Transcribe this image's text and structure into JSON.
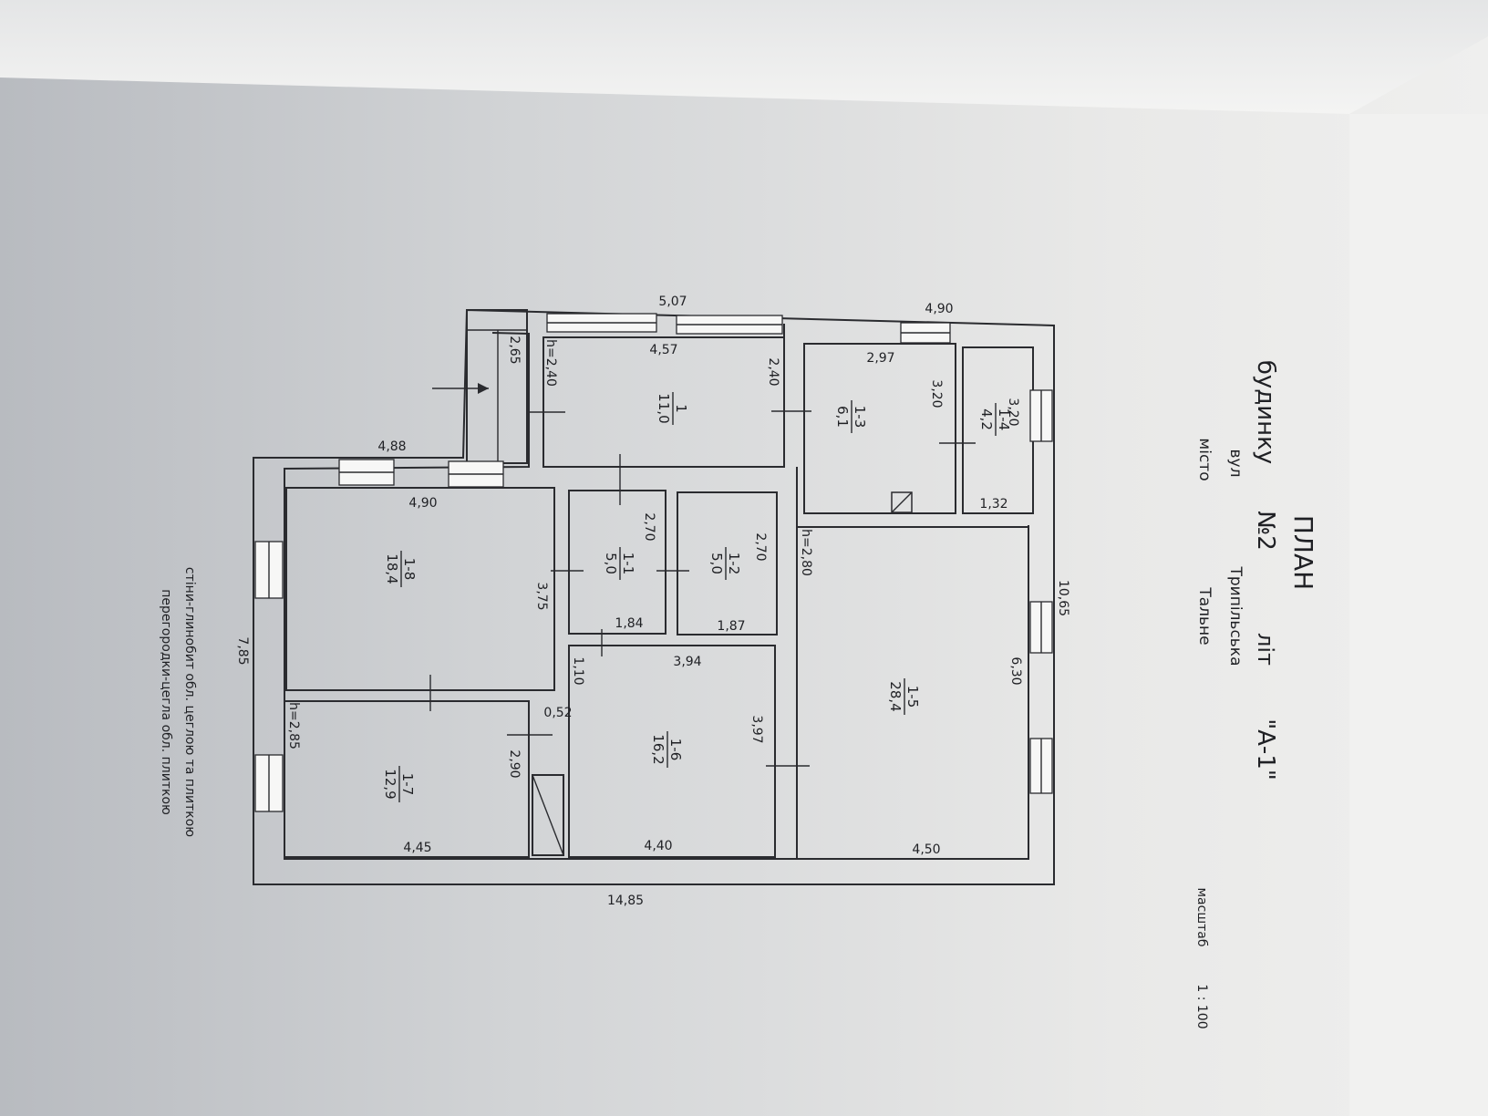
{
  "title": {
    "plan": "ПЛАН",
    "line2_a": "будинку",
    "line2_b": "№2",
    "line2_c": "літ",
    "line2_d": "\"А-1\"",
    "street_label": "вул",
    "street": "Трипільська",
    "town_label": "місто",
    "town": "Тальне"
  },
  "scale": {
    "label": "масштаб",
    "value": "1 : 100"
  },
  "legend": {
    "walls": "стіни-глинобит обл. цеглою та плиткою",
    "partitions": "перегородки-цегла обл. плиткою"
  },
  "rooms": [
    {
      "num": "1",
      "area": "11,0"
    },
    {
      "num": "1-1",
      "area": "5,0"
    },
    {
      "num": "1-2",
      "area": "5,0"
    },
    {
      "num": "1-3",
      "area": "6,1"
    },
    {
      "num": "1-4",
      "area": "4,2"
    },
    {
      "num": "1-5",
      "area": "28,4"
    },
    {
      "num": "1-6",
      "area": "16,2"
    },
    {
      "num": "1-7",
      "area": "12,9"
    },
    {
      "num": "1-8",
      "area": "18,4"
    }
  ],
  "dims": {
    "overall_length": "14,85",
    "overall_right_width": "10,65",
    "overall_left_width": "7,85",
    "top_a": "5,07",
    "top_b": "4,90",
    "porch_step": "4,88",
    "porch_depth": "2,65",
    "r1_len": "4,57",
    "r1_wid": "2,40",
    "r1_height": "h=2,40",
    "r13_len": "2,97",
    "r13_wid": "3,20",
    "r14_len": "3,20",
    "r14_wid": "1,32",
    "r18_len": "4,90",
    "r18_wid": "3,75",
    "r11_len": "2,70",
    "r11_wid": "1,84",
    "r12_len": "2,70",
    "r12_wid": "1,87",
    "r15_height": "h=2,80",
    "r15_wid": "6,30",
    "r15_len": "4,50",
    "r16_wid": "3,94",
    "r16_len": "3,97",
    "r16_bottom": "4,40",
    "stair_a": "1,10",
    "stair_b": "0,52",
    "stair_c": "2,90",
    "r17_height": "h=2,85",
    "r17_len": "4,45"
  }
}
